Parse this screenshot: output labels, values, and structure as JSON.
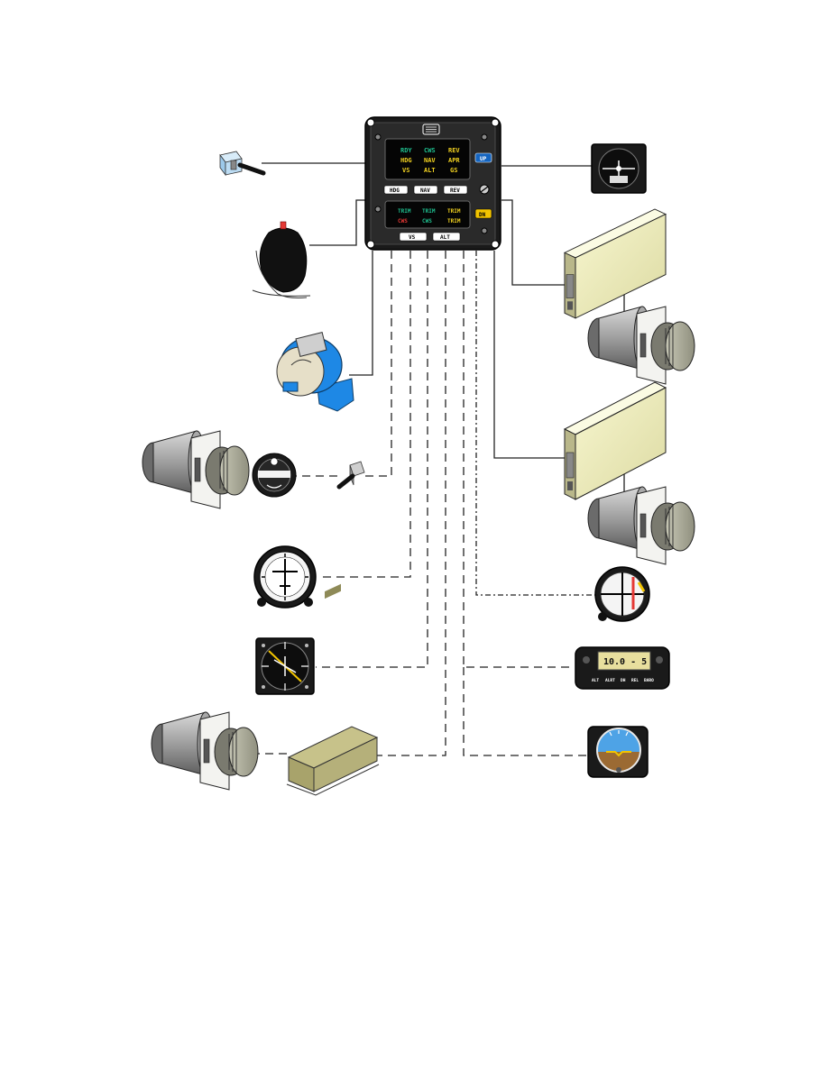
{
  "colors": {
    "annunciator_green": "#1fbf8f",
    "annunciator_yellow": "#f0d020",
    "annunciator_red": "#e53935",
    "panel_black": "#1a1a1a",
    "cable": "#222222",
    "servo_blue": "#1e88e5",
    "up_button_blue": "#1565c0",
    "dn_button_yellow": "#f2c400",
    "adi_sky": "#4ea3e6",
    "adi_ground": "#9b6a33"
  },
  "controller": {
    "logo_icon": "s-tec-logo-icon",
    "display_top": {
      "row1": [
        "RDY",
        "CWS",
        "REV"
      ],
      "row2": [
        "HDG",
        "NAV",
        "APR"
      ],
      "row3": [
        "VS",
        "ALT",
        "GS"
      ]
    },
    "display_bottom": {
      "row1": [
        "TRIM",
        "TRIM",
        "TRIM"
      ],
      "row2": [
        "CWS",
        "CWS",
        "TRIM"
      ]
    },
    "buttons_top": [
      "HDG",
      "NAV",
      "REV"
    ],
    "buttons_bottom": [
      "VS",
      "ALT"
    ],
    "side_buttons": {
      "up": "UP",
      "dn": "DN"
    }
  },
  "altitude_selector": {
    "value": "10.0 - 5",
    "keys": [
      "ALT",
      "ALRT",
      "DH",
      "REL",
      "BARO"
    ]
  },
  "components": [
    "toggle-switch",
    "control-wheel-switch",
    "roll-rate-gyro",
    "roll-servo",
    "turn-coordinator",
    "trim-switch",
    "hsi",
    "rmi",
    "pitch-servo",
    "pitch-computer",
    "directional-gyro",
    "trim-servo",
    "yaw-servo",
    "cdi-gs",
    "altitude-selector",
    "attitude-indicator"
  ]
}
